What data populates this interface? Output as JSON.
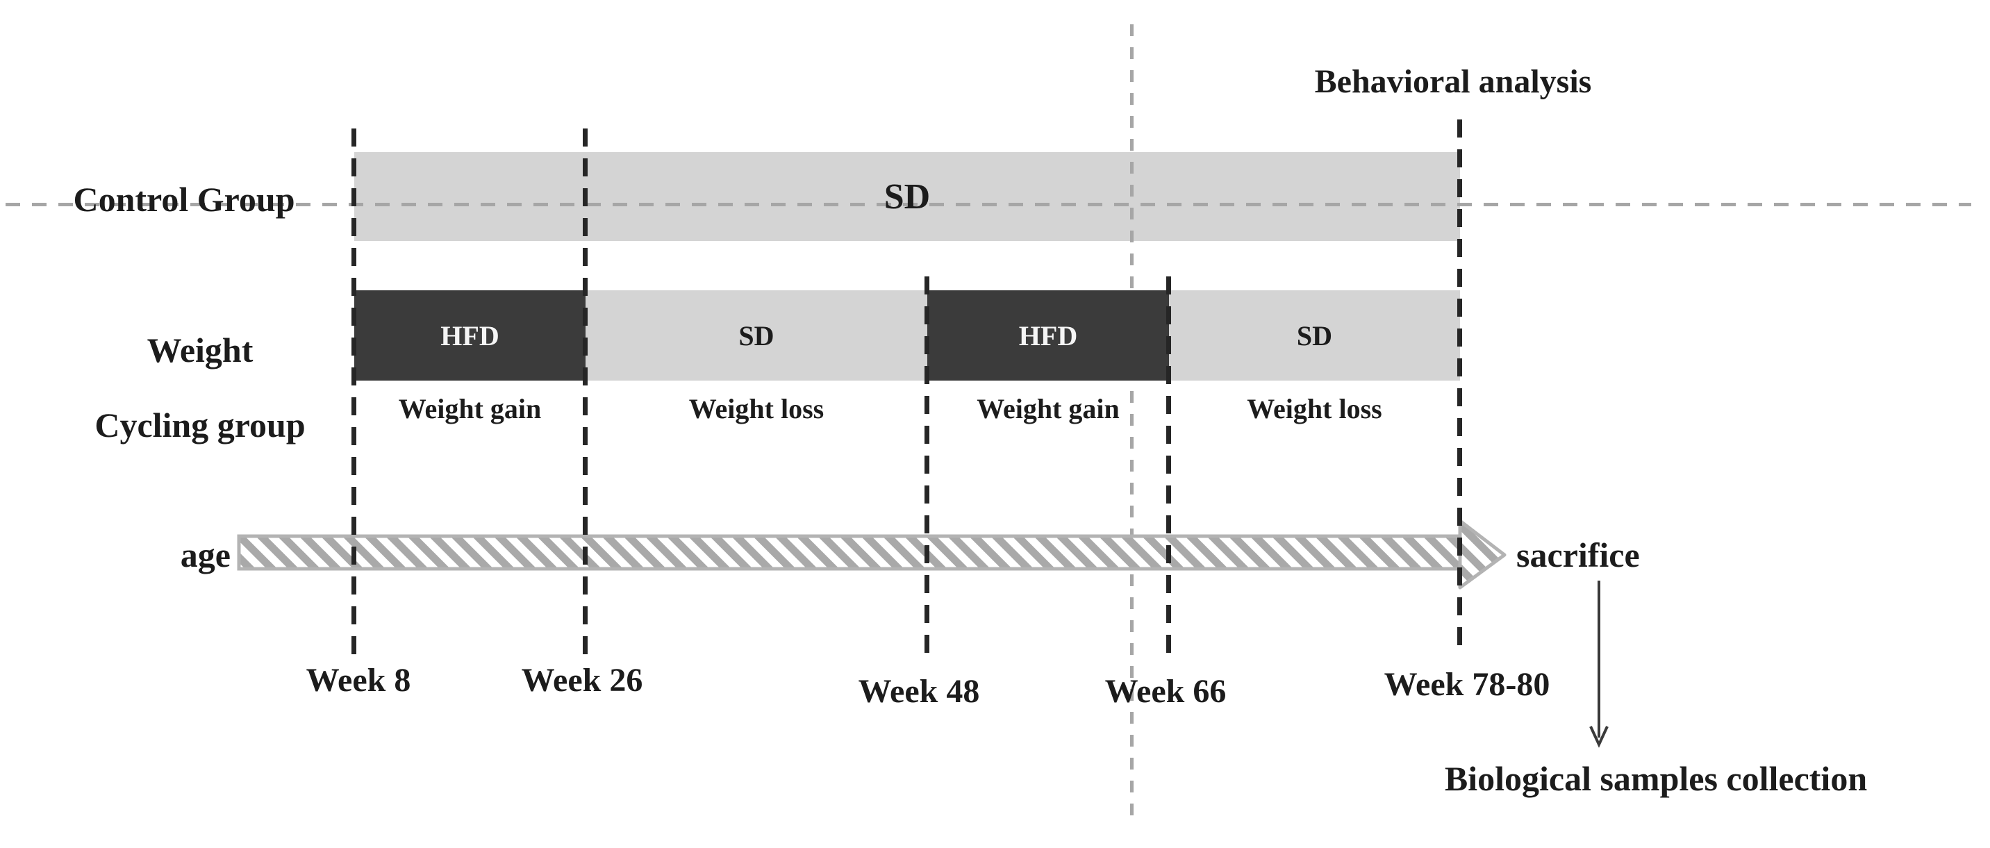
{
  "figure": {
    "behavioral_analysis_label": "Behavioral analysis",
    "control_group": {
      "label": "Control Group",
      "diet_label": "SD"
    },
    "weight_cycling_group": {
      "label_line1": "Weight",
      "label_line2": "Cycling group",
      "segments": [
        {
          "diet": "HFD",
          "phase": "Weight gain",
          "from_week": "8",
          "to_week": "26"
        },
        {
          "diet": "SD",
          "phase": "Weight loss",
          "from_week": "26",
          "to_week": "48"
        },
        {
          "diet": "HFD",
          "phase": "Weight gain",
          "from_week": "48",
          "to_week": "66"
        },
        {
          "diet": "SD",
          "phase": "Weight loss",
          "from_week": "66",
          "to_week": "78-80"
        }
      ]
    },
    "age_axis": {
      "label": "age",
      "end_label": "sacrifice"
    },
    "weeks": [
      {
        "label": "Week 8"
      },
      {
        "label": "Week 26"
      },
      {
        "label": "Week 48"
      },
      {
        "label": "Week 66"
      },
      {
        "label": "Week 78-80"
      }
    ],
    "sample_collection_label": "Biological samples collection",
    "colors": {
      "hfd_fill": "#3b3b3b",
      "sd_fill": "#d4d4d4",
      "text": "#1c1c1c",
      "dashed_black": "#262626",
      "dashed_grey": "#a6a6a6",
      "arrow_grey": "#a9a9a9"
    }
  }
}
